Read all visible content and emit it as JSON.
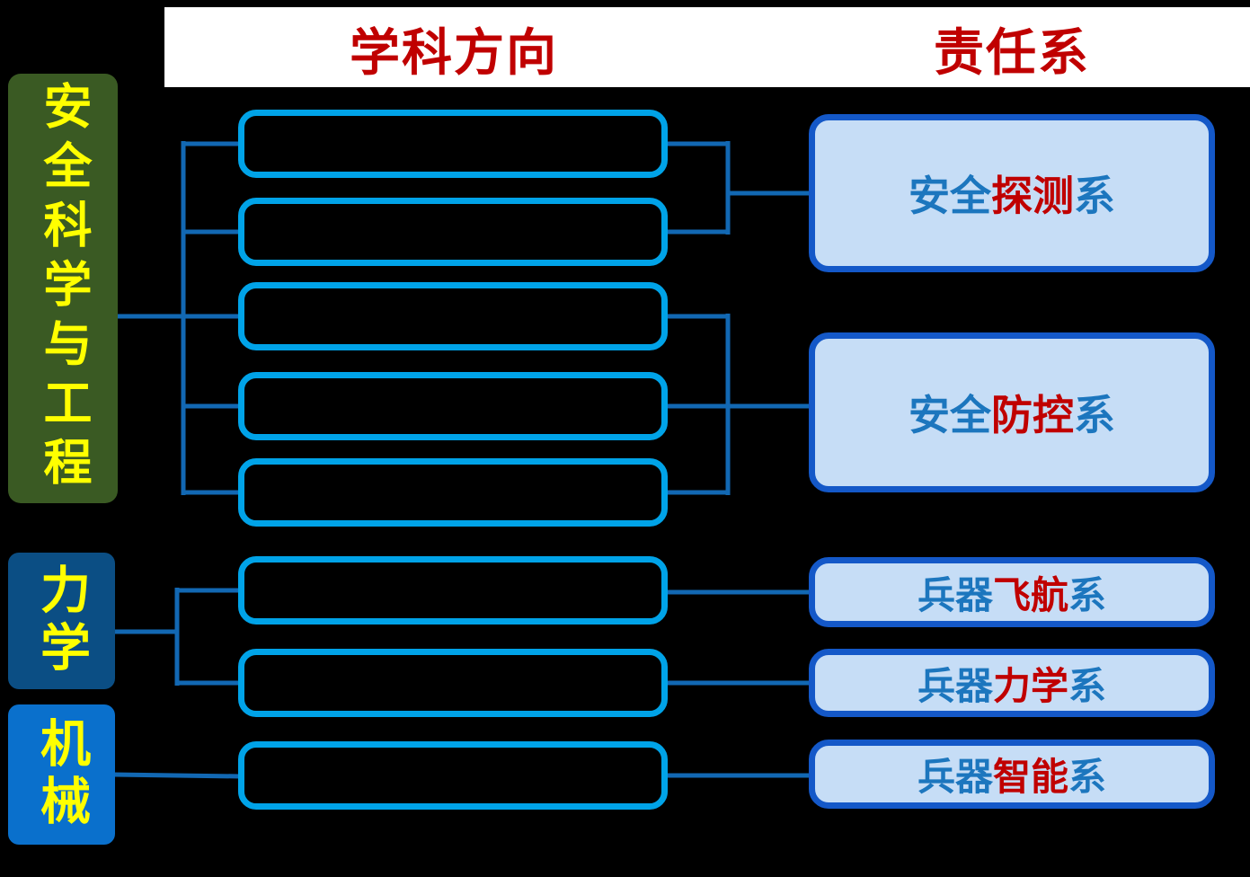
{
  "headers": {
    "directions": "学科方向",
    "departments": "责任系"
  },
  "disciplines": [
    {
      "id": "safety-science-engineering",
      "label": "安全科学与工程",
      "bg": "#3A5A23",
      "text_color": "#FFFF00",
      "direction_box_count": 5
    },
    {
      "id": "mechanics",
      "label": "力学",
      "bg": "#0B4E84",
      "text_color": "#FFFF00",
      "direction_box_count": 2
    },
    {
      "id": "machinery",
      "label": "机械",
      "bg": "#0A70CC",
      "text_color": "#FFFF00",
      "direction_box_count": 1
    }
  ],
  "direction_boxes": {
    "total": 8,
    "note_visible_text": ""
  },
  "departments": [
    {
      "label": "安全探测系",
      "parts": [
        {
          "text": "安全",
          "color": "blue"
        },
        {
          "text": "探测",
          "color": "red"
        },
        {
          "text": "系",
          "color": "blue"
        }
      ]
    },
    {
      "label": "安全防控系",
      "parts": [
        {
          "text": "安全",
          "color": "blue"
        },
        {
          "text": "防控",
          "color": "red"
        },
        {
          "text": "系",
          "color": "blue"
        }
      ]
    },
    {
      "label": "兵器飞航系",
      "parts": [
        {
          "text": "兵器",
          "color": "blue"
        },
        {
          "text": "飞航",
          "color": "red"
        },
        {
          "text": "系",
          "color": "blue"
        }
      ]
    },
    {
      "label": "兵器力学系",
      "parts": [
        {
          "text": "兵器",
          "color": "blue"
        },
        {
          "text": "力学",
          "color": "red"
        },
        {
          "text": "系",
          "color": "blue"
        }
      ]
    },
    {
      "label": "兵器智能系",
      "parts": [
        {
          "text": "兵器",
          "color": "blue"
        },
        {
          "text": "智能",
          "color": "red"
        },
        {
          "text": "系",
          "color": "blue"
        }
      ]
    }
  ],
  "structure": {
    "links": [
      {
        "from": "安全科学与工程",
        "direction_boxes": [
          1,
          2
        ],
        "to": "安全探测系"
      },
      {
        "from": "安全科学与工程",
        "direction_boxes": [
          3,
          4,
          5
        ],
        "to": "安全防控系"
      },
      {
        "from": "力学",
        "direction_boxes": [
          6
        ],
        "to": "兵器飞航系"
      },
      {
        "from": "力学",
        "direction_boxes": [
          7
        ],
        "to": "兵器力学系"
      },
      {
        "from": "机械",
        "direction_boxes": [
          8
        ],
        "to": "兵器智能系"
      }
    ]
  },
  "colors": {
    "background": "#000000",
    "header_band": "#FFFFFF",
    "header_text": "#C00000",
    "direction_box_border": "#00A3E8",
    "connector_line": "#1268B3",
    "department_border": "#1458C8",
    "department_fill": "#C6DDF6",
    "department_text_blue": "#1C76BE",
    "department_text_red": "#C00000"
  }
}
